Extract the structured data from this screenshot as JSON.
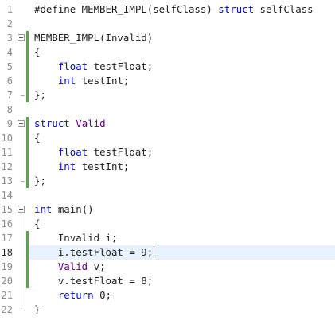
{
  "editor": {
    "current_line": 18,
    "colors": {
      "keyword": "#0000ff",
      "macro": "#6f008a",
      "class_name": "#2b91af",
      "plain": "#1e1e1e",
      "line_number": "#8c8c8c",
      "current_line_highlight": "#e8f2fe",
      "change_bar_saved": "#57a64a"
    },
    "lines": [
      {
        "num": "1",
        "fold": "none",
        "change": false,
        "tokens": [
          {
            "t": "#define MEMBER_IMPL(selfClass) ",
            "k": "text"
          },
          {
            "t": "struct",
            "k": "kw"
          },
          {
            "t": " selfClass",
            "k": "text"
          }
        ]
      },
      {
        "num": "2",
        "fold": "none",
        "change": false,
        "tokens": []
      },
      {
        "num": "3",
        "fold": "start",
        "change": true,
        "tokens": [
          {
            "t": "MEMBER_IMPL(Invalid)",
            "k": "text"
          }
        ]
      },
      {
        "num": "4",
        "fold": "mid",
        "change": true,
        "tokens": [
          {
            "t": "{",
            "k": "text"
          }
        ]
      },
      {
        "num": "5",
        "fold": "mid",
        "change": true,
        "tokens": [
          {
            "t": "    ",
            "k": "text"
          },
          {
            "t": "float",
            "k": "type"
          },
          {
            "t": " testFloat;",
            "k": "text"
          }
        ]
      },
      {
        "num": "6",
        "fold": "mid",
        "change": true,
        "tokens": [
          {
            "t": "    ",
            "k": "text"
          },
          {
            "t": "int",
            "k": "type"
          },
          {
            "t": " testInt;",
            "k": "text"
          }
        ]
      },
      {
        "num": "7",
        "fold": "end",
        "change": true,
        "tokens": [
          {
            "t": "};",
            "k": "text"
          }
        ]
      },
      {
        "num": "8",
        "fold": "none",
        "change": false,
        "tokens": []
      },
      {
        "num": "9",
        "fold": "start",
        "change": true,
        "tokens": [
          {
            "t": "struct",
            "k": "kw"
          },
          {
            "t": " ",
            "k": "text"
          },
          {
            "t": "Valid",
            "k": "macro"
          }
        ]
      },
      {
        "num": "10",
        "fold": "mid",
        "change": true,
        "tokens": [
          {
            "t": "{",
            "k": "text"
          }
        ]
      },
      {
        "num": "11",
        "fold": "mid",
        "change": true,
        "tokens": [
          {
            "t": "    ",
            "k": "text"
          },
          {
            "t": "float",
            "k": "type"
          },
          {
            "t": " testFloat;",
            "k": "text"
          }
        ]
      },
      {
        "num": "12",
        "fold": "mid",
        "change": true,
        "tokens": [
          {
            "t": "    ",
            "k": "text"
          },
          {
            "t": "int",
            "k": "type"
          },
          {
            "t": " testInt;",
            "k": "text"
          }
        ]
      },
      {
        "num": "13",
        "fold": "end",
        "change": true,
        "tokens": [
          {
            "t": "};",
            "k": "text"
          }
        ]
      },
      {
        "num": "14",
        "fold": "none",
        "change": false,
        "tokens": []
      },
      {
        "num": "15",
        "fold": "start",
        "change": false,
        "tokens": [
          {
            "t": "int",
            "k": "type"
          },
          {
            "t": " main()",
            "k": "text"
          }
        ]
      },
      {
        "num": "16",
        "fold": "mid",
        "change": false,
        "tokens": [
          {
            "t": "{",
            "k": "text"
          }
        ]
      },
      {
        "num": "17",
        "fold": "mid",
        "change": true,
        "tokens": [
          {
            "t": "    ",
            "k": "text"
          },
          {
            "t": "Invalid",
            "k": "text"
          },
          {
            "t": " i;",
            "k": "text"
          }
        ]
      },
      {
        "num": "18",
        "fold": "mid",
        "change": true,
        "tokens": [
          {
            "t": "    i.testFloat = 9;",
            "k": "text"
          }
        ],
        "caret": true
      },
      {
        "num": "19",
        "fold": "mid",
        "change": true,
        "tokens": [
          {
            "t": "    ",
            "k": "text"
          },
          {
            "t": "Valid",
            "k": "macro"
          },
          {
            "t": " v;",
            "k": "text"
          }
        ]
      },
      {
        "num": "20",
        "fold": "mid",
        "change": true,
        "tokens": [
          {
            "t": "    v.testFloat = 8;",
            "k": "text"
          }
        ]
      },
      {
        "num": "21",
        "fold": "mid",
        "change": false,
        "tokens": [
          {
            "t": "    ",
            "k": "text"
          },
          {
            "t": "return",
            "k": "kw"
          },
          {
            "t": " 0;",
            "k": "text"
          }
        ]
      },
      {
        "num": "22",
        "fold": "end",
        "change": false,
        "tokens": [
          {
            "t": "}",
            "k": "text"
          }
        ]
      }
    ]
  }
}
